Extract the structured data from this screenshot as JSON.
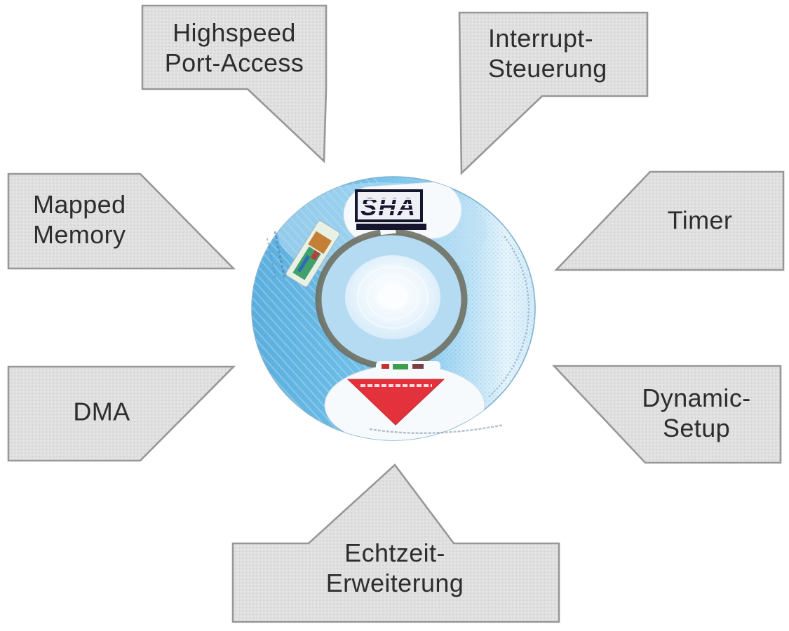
{
  "diagram": {
    "type": "hub-and-spoke feature diagram",
    "callouts": [
      {
        "id": "highspeed-port-access",
        "lines": [
          "Highspeed",
          "Port-Access"
        ]
      },
      {
        "id": "interrupt-steuerung",
        "lines": [
          "Interrupt-",
          "Steuerung"
        ]
      },
      {
        "id": "mapped-memory",
        "lines": [
          "Mapped",
          "Memory"
        ]
      },
      {
        "id": "timer",
        "lines": [
          "Timer"
        ]
      },
      {
        "id": "dma",
        "lines": [
          "DMA"
        ]
      },
      {
        "id": "dynamic-setup",
        "lines": [
          "Dynamic-",
          "Setup"
        ]
      },
      {
        "id": "echtzeit-erweiterung",
        "lines": [
          "Echtzeit-",
          "Erweiterung"
        ]
      }
    ],
    "center_disc": {
      "logo_text": "SHA"
    },
    "colors": {
      "background": "#ffffff",
      "callout_fill": "#e0e0e0",
      "callout_border": "#979797",
      "label_text": "#2d2d2d",
      "disc_blue": "#6fbfe9",
      "disc_highlight": "#eaf6fc",
      "hub_ring": "#6d6d5f",
      "arrow_red": "#e3323c",
      "logo_navy": "#15152e"
    }
  }
}
